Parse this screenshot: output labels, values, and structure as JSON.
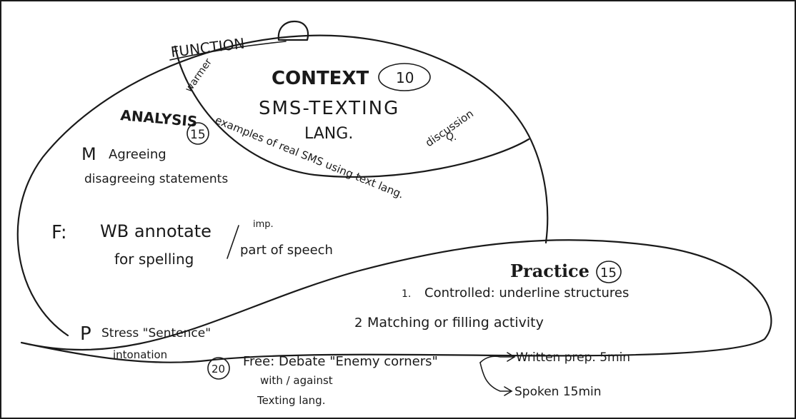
{
  "function_label": "FUNCTION",
  "context": {
    "warmer": "warmer",
    "title": "CONTEXT",
    "time": "10",
    "topic_line1": "SMS-TEXTING",
    "topic_line2": "LANG.",
    "discussion": "discussion",
    "q": "Q.",
    "examples": "examples of real SMS using text lang."
  },
  "analysis": {
    "title": "ANALYSIS",
    "time": "15",
    "m_label": "M",
    "m_line1": "Agreeing",
    "m_line2": "disagreeing statements",
    "f_label": "F:",
    "f_line1": "WB annotate",
    "f_line2": "for spelling",
    "f_imp": "imp.",
    "f_pos": "part of speech",
    "p_label": "P",
    "p_line1": "Stress \"Sentence\"",
    "p_line2": "intonation"
  },
  "practice": {
    "title": "Practice",
    "time": "15",
    "item1_num": "1.",
    "item1": "Controlled: underline structures",
    "item2_num": "2",
    "item2": "Matching or filling activity",
    "free_time": "20",
    "free": "Free: Debate \"Enemy corners\"",
    "written": "Written prep.  5min",
    "spoken": "Spoken 15min",
    "with_against": "with / against",
    "texting": "Texting lang."
  }
}
